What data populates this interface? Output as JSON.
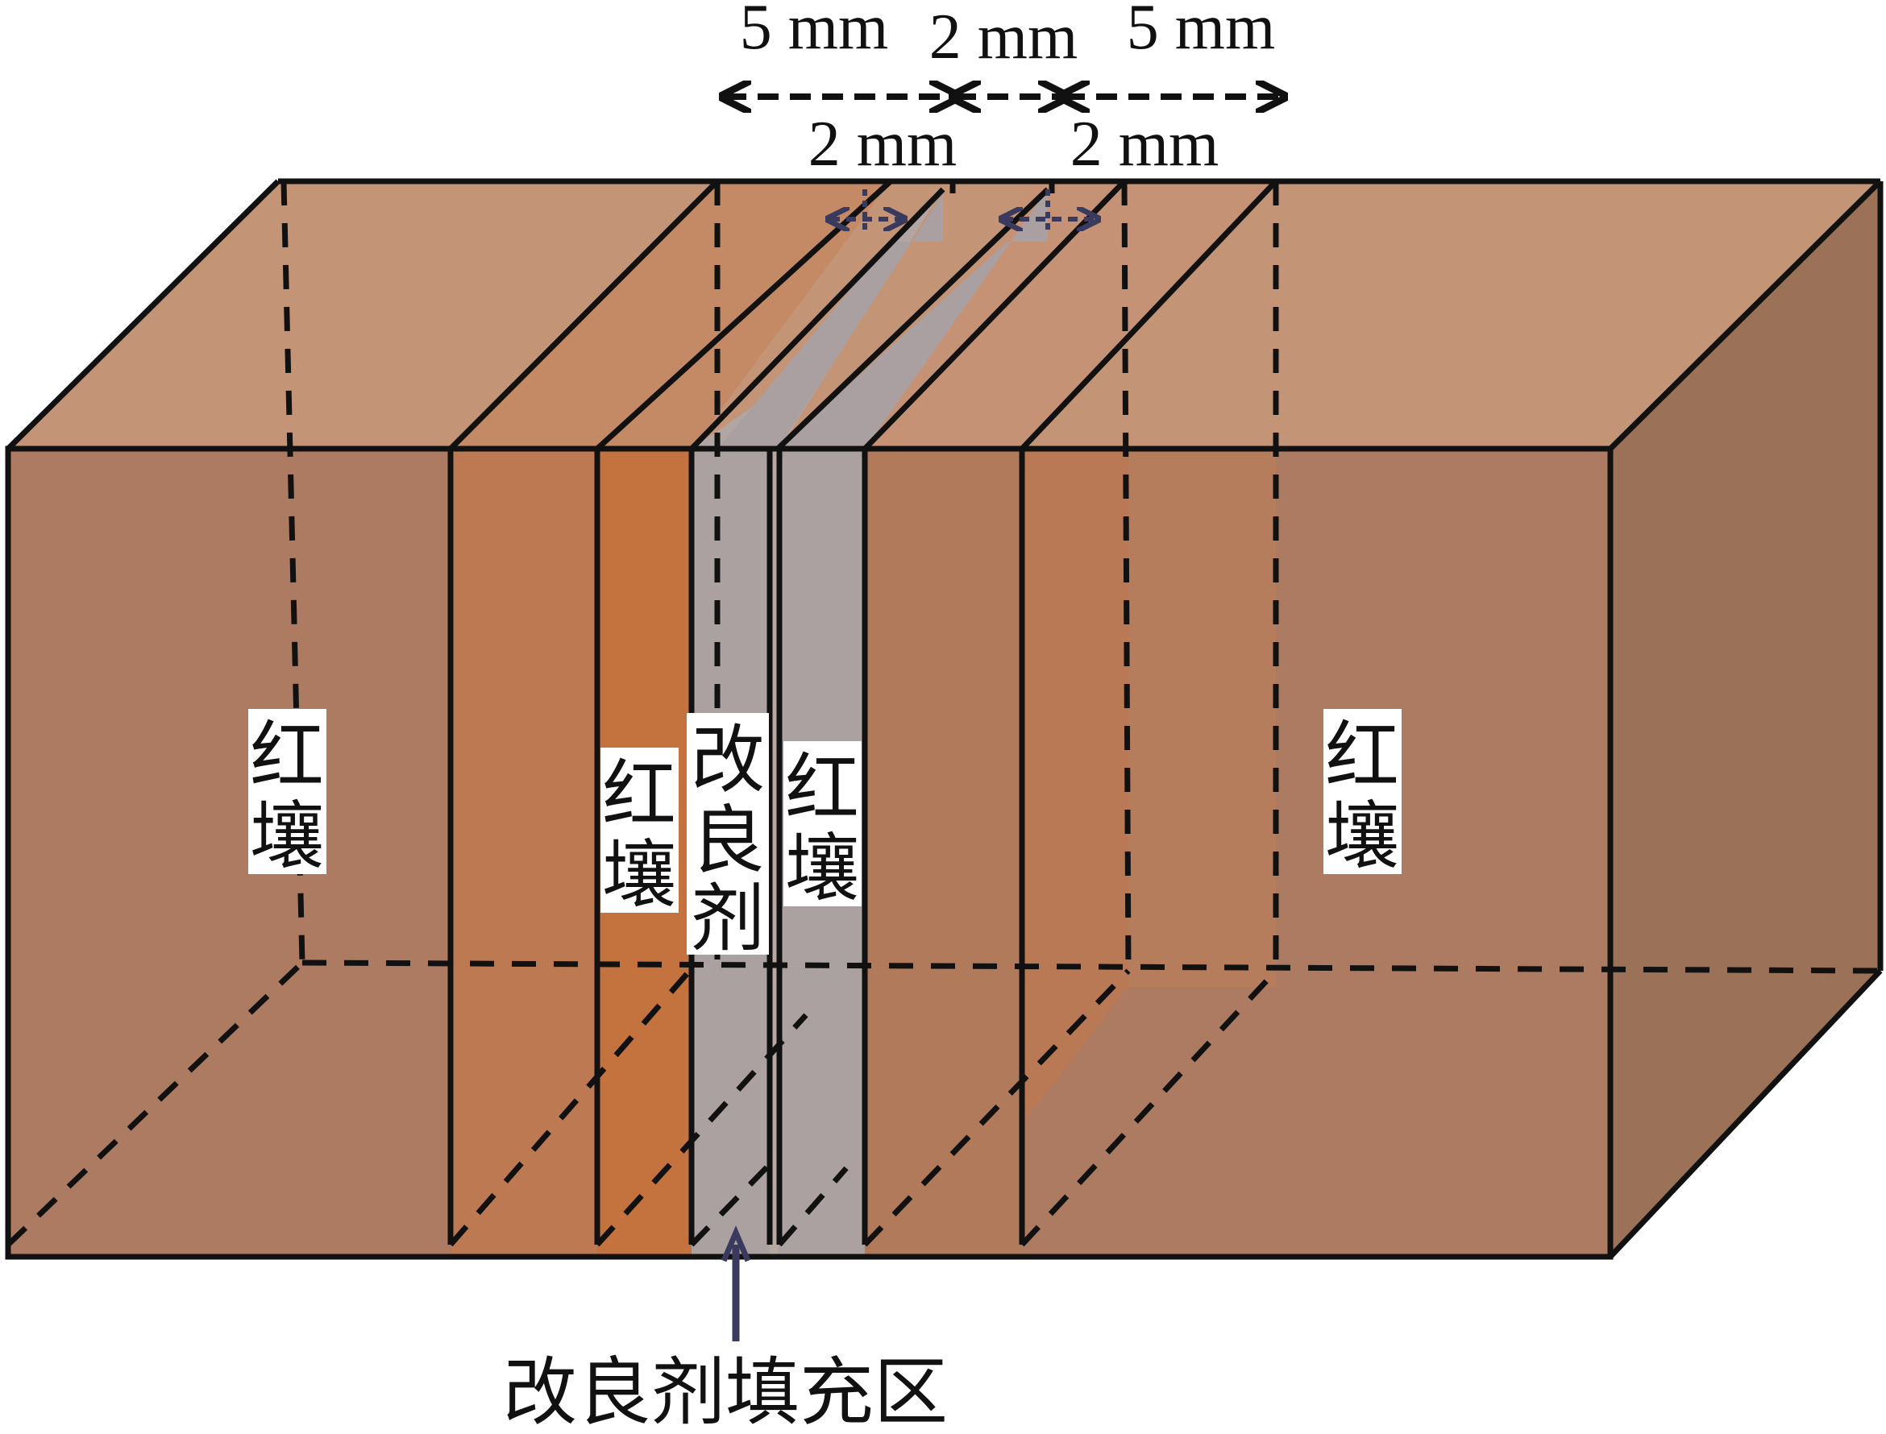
{
  "labels": {
    "soil_left": "红壤",
    "soil_inner_left": "红壤",
    "amendment": "改良剂",
    "soil_inner_right": "红壤",
    "soil_right": "红壤"
  },
  "dimensions": {
    "top_left": "5 mm",
    "top_middle": "2 mm",
    "top_right": "5 mm",
    "lower_left": "2 mm",
    "lower_right": "2 mm"
  },
  "caption": "改良剂填充区",
  "colors": {
    "soil_front": "#ac7b62",
    "soil_top": "#c39476",
    "soil_side": "#9b7158",
    "orange_panel": "#c47a4a",
    "amendment_gray": "#aca1a1",
    "outline": "#111111",
    "arrow_blue": "#3a3a5e"
  }
}
